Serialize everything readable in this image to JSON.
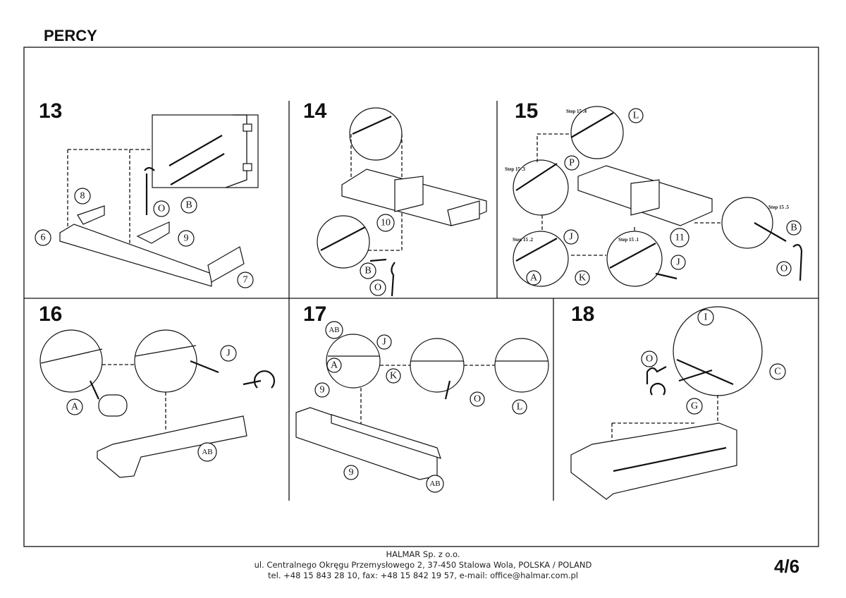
{
  "header": {
    "title": "PERCY"
  },
  "steps": {
    "s13": {
      "number": "13",
      "parts": [
        "8",
        "6",
        "9",
        "7",
        "O",
        "B"
      ]
    },
    "s14": {
      "number": "14",
      "parts": [
        "10",
        "B",
        "O"
      ]
    },
    "s15": {
      "number": "15",
      "substeps": [
        "Step 15 .4",
        "Step 15 .3",
        "Step 15 .2",
        "Step 15 .1",
        "Step 15 .5"
      ],
      "parts": [
        "L",
        "P",
        "J",
        "A",
        "K",
        "J",
        "11",
        "B",
        "O"
      ]
    },
    "s16": {
      "number": "16",
      "parts": [
        "A",
        "J",
        "AB"
      ]
    },
    "s17": {
      "number": "17",
      "parts": [
        "AB",
        "J",
        "A",
        "9",
        "K",
        "O",
        "L",
        "9",
        "AB"
      ]
    },
    "s18": {
      "number": "18",
      "parts": [
        "I",
        "O",
        "C",
        "G"
      ]
    }
  },
  "footer": {
    "company": "HALMAR Sp. z o.o.",
    "address": "ul. Centralnego Okręgu Przemysłowego 2, 37-450 Stalowa Wola, POLSKA / POLAND",
    "contact": "tel. +48 15 843 28 10, fax: +48 15 842 19 57, e-mail: office@halmar.com.pl"
  },
  "page": {
    "number": "4/6"
  }
}
